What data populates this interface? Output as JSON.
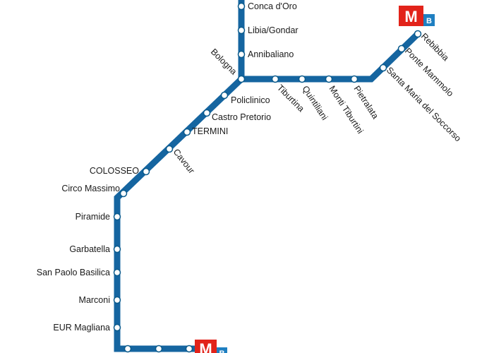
{
  "line": {
    "color": "#1565a0"
  },
  "logo": {
    "letter": "M",
    "line_badge": "B",
    "red": "#e2231a",
    "blue": "#1f7fc1"
  },
  "stations": [
    {
      "id": "conca-doro",
      "name": "Conca d'Oro"
    },
    {
      "id": "libia-gondar",
      "name": "Libia/Gondar"
    },
    {
      "id": "annibaliano",
      "name": "Annibaliano"
    },
    {
      "id": "bologna",
      "name": "Bologna"
    },
    {
      "id": "tiburtina",
      "name": "Tiburtina"
    },
    {
      "id": "quintiliani",
      "name": "Quintiliani"
    },
    {
      "id": "monti-tiburtini",
      "name": "Monti Tiburtini"
    },
    {
      "id": "pietralata",
      "name": "Pietralata"
    },
    {
      "id": "santa-maria-del-soccorso",
      "name": "Santa Maria del Soccorso"
    },
    {
      "id": "ponte-mammolo",
      "name": "Ponte Mammolo"
    },
    {
      "id": "rebibbia",
      "name": "Rebibbia"
    },
    {
      "id": "policlinico",
      "name": "Policlinico"
    },
    {
      "id": "castro-pretorio",
      "name": "Castro Pretorio"
    },
    {
      "id": "termini",
      "name": "TERMINI"
    },
    {
      "id": "cavour",
      "name": "Cavour"
    },
    {
      "id": "colosseo",
      "name": "COLOSSEO"
    },
    {
      "id": "circo-massimo",
      "name": "Circo Massimo"
    },
    {
      "id": "piramide",
      "name": "Piramide"
    },
    {
      "id": "garbatella",
      "name": "Garbatella"
    },
    {
      "id": "san-paolo-basilica",
      "name": "San Paolo Basilica"
    },
    {
      "id": "marconi",
      "name": "Marconi"
    },
    {
      "id": "eur-magliana",
      "name": "EUR Magliana"
    }
  ]
}
